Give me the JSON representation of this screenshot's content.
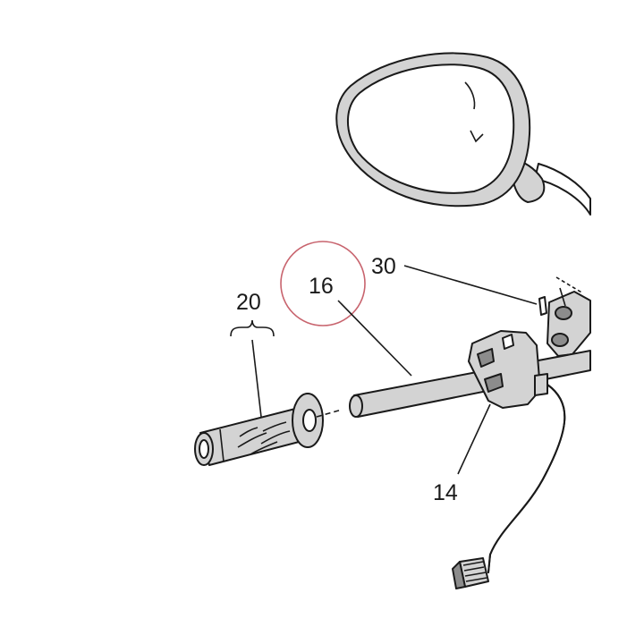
{
  "callouts": {
    "grip": "20",
    "bar": "16",
    "pin": "30",
    "switch": "14"
  },
  "colors": {
    "line": "#1a1a1a",
    "part_fill": "#d3d3d3",
    "part_dark": "#8c8c8c",
    "highlight_circle": "#c8646e",
    "background": "#ffffff"
  },
  "icons": [
    "mirror",
    "handlebar-grip",
    "handlebar-tube",
    "switch-housing",
    "roll-pin",
    "clamp-bracket",
    "wire-harness",
    "connector"
  ]
}
